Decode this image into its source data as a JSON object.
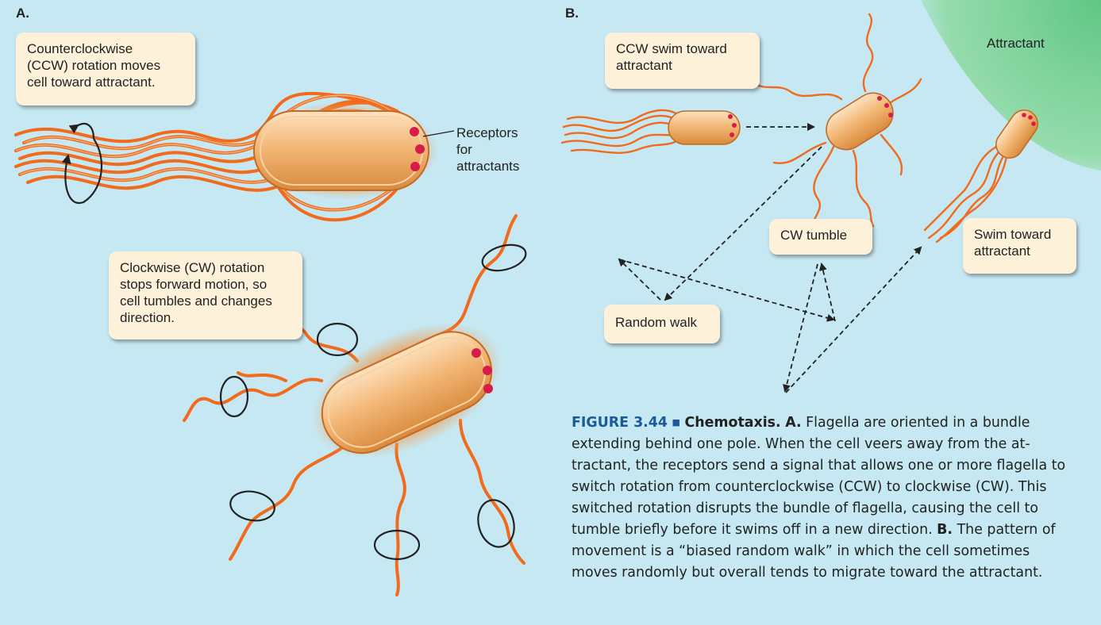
{
  "panels": {
    "a": "A.",
    "b": "B."
  },
  "panel_a": {
    "ccw_callout": "Counterclockwise\n(CCW) rotation moves\ncell toward attractant.",
    "receptors_label": "Receptors\nfor\nattractants",
    "cw_callout": "Clockwise (CW) rotation\nstops forward motion, so\ncell tumbles and changes\ndirection."
  },
  "panel_b": {
    "ccw_swim_label": "CCW swim toward\nattractant",
    "attractant_label": "Attractant",
    "cw_tumble_label": "CW tumble",
    "swim_toward_label": "Swim toward\nattractant",
    "random_walk_label": "Random walk"
  },
  "caption": {
    "figure_number": "FIGURE 3.44",
    "separator": "■",
    "title": "Chemotaxis.",
    "a_marker": "A.",
    "a_text": "Flagella are oriented in a bundle extending behind one pole. When the cell veers away from the at-tractant, the receptors send a signal that allows one or more flagella to switch rotation from counterclockwise (CCW) to clockwise (CW). This switched rotation disrupts the bundle of flagella, causing the cell to tumble briefly before it swims off in a new direction.",
    "b_marker": "B.",
    "b_text": "The pattern of movement is a “biased random walk” in which the cell sometimes moves randomly but overall tends to migrate toward the attractant."
  },
  "colors": {
    "background": "#c6e8f3",
    "attractant_gradient": "#6fcf8f",
    "flagella": "#f26a1b",
    "cell_body": "#f0b070",
    "receptor": "#d81b4a",
    "callout": "#fdf1da",
    "figure_label": "#1a5a9a"
  }
}
